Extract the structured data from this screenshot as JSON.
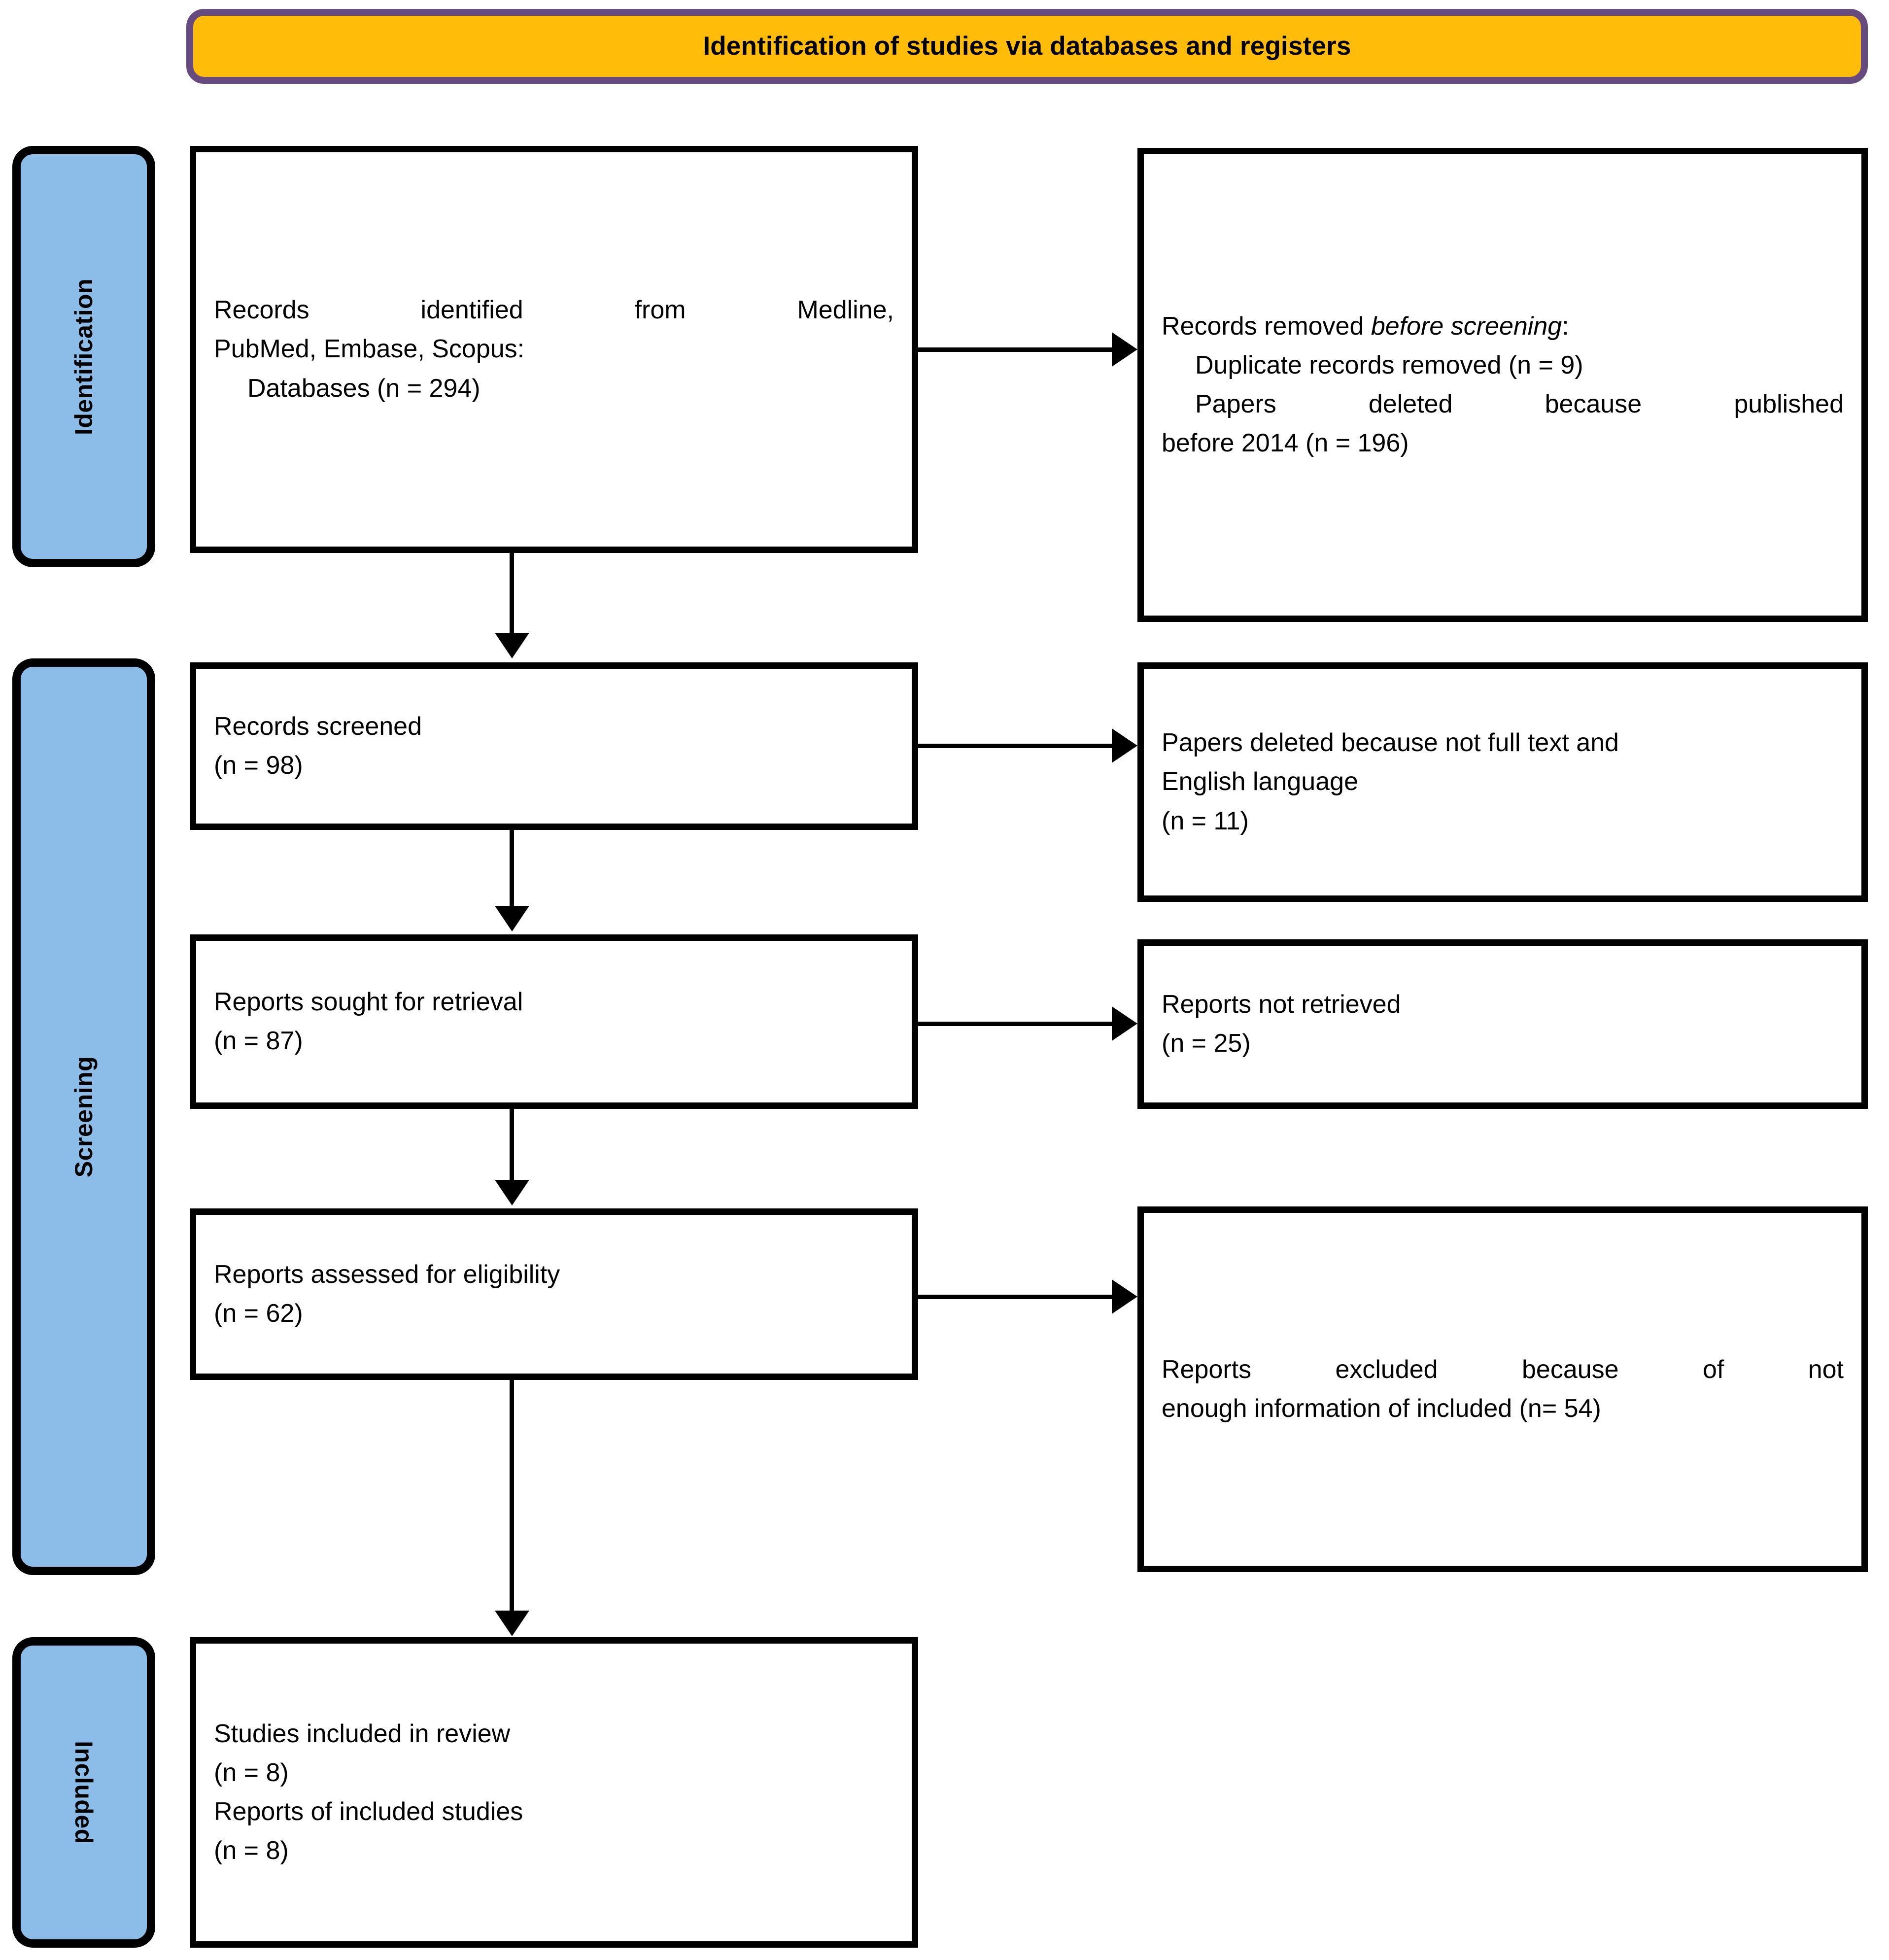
{
  "header": {
    "title": "Identification of studies via databases and registers",
    "fill_color": "#FFBC09",
    "border_color": "#674B7E"
  },
  "stages": {
    "fill_color": "#8CBDE8",
    "border_color": "#000000",
    "identification": "Identification",
    "screening": "Screening",
    "included": "Included"
  },
  "boxes": {
    "records_identified": {
      "line1": "Records identified from Medline,",
      "line2": "PubMed, Embase, Scopus:",
      "line3": "Databases (n = 294)"
    },
    "records_removed": {
      "line1_prefix": "Records removed ",
      "line1_italic": "before screening",
      "line1_suffix": ":",
      "line2": "Duplicate records removed (n = 9)",
      "line3": "Papers deleted because published",
      "line4": "before 2014 (n = 196)"
    },
    "records_screened": {
      "line1": "Records screened",
      "line2": "(n = 98)"
    },
    "papers_deleted": {
      "line1": "Papers deleted because not full text and",
      "line2": "English language",
      "line3": "(n = 11)"
    },
    "reports_sought": {
      "line1": "Reports sought for retrieval",
      "line2": "(n = 87)"
    },
    "reports_not_retrieved": {
      "line1": "Reports not retrieved",
      "line2": "(n = 25)"
    },
    "reports_assessed": {
      "line1": "Reports assessed for eligibility",
      "line2": "(n = 62)"
    },
    "reports_excluded": {
      "line1": "Reports excluded because of not",
      "line2": "enough information of included (n= 54)"
    },
    "studies_included": {
      "line1": "Studies included in review",
      "line2": "(n = 8)",
      "line3": "Reports of included studies",
      "line4": "(n = 8)"
    }
  }
}
